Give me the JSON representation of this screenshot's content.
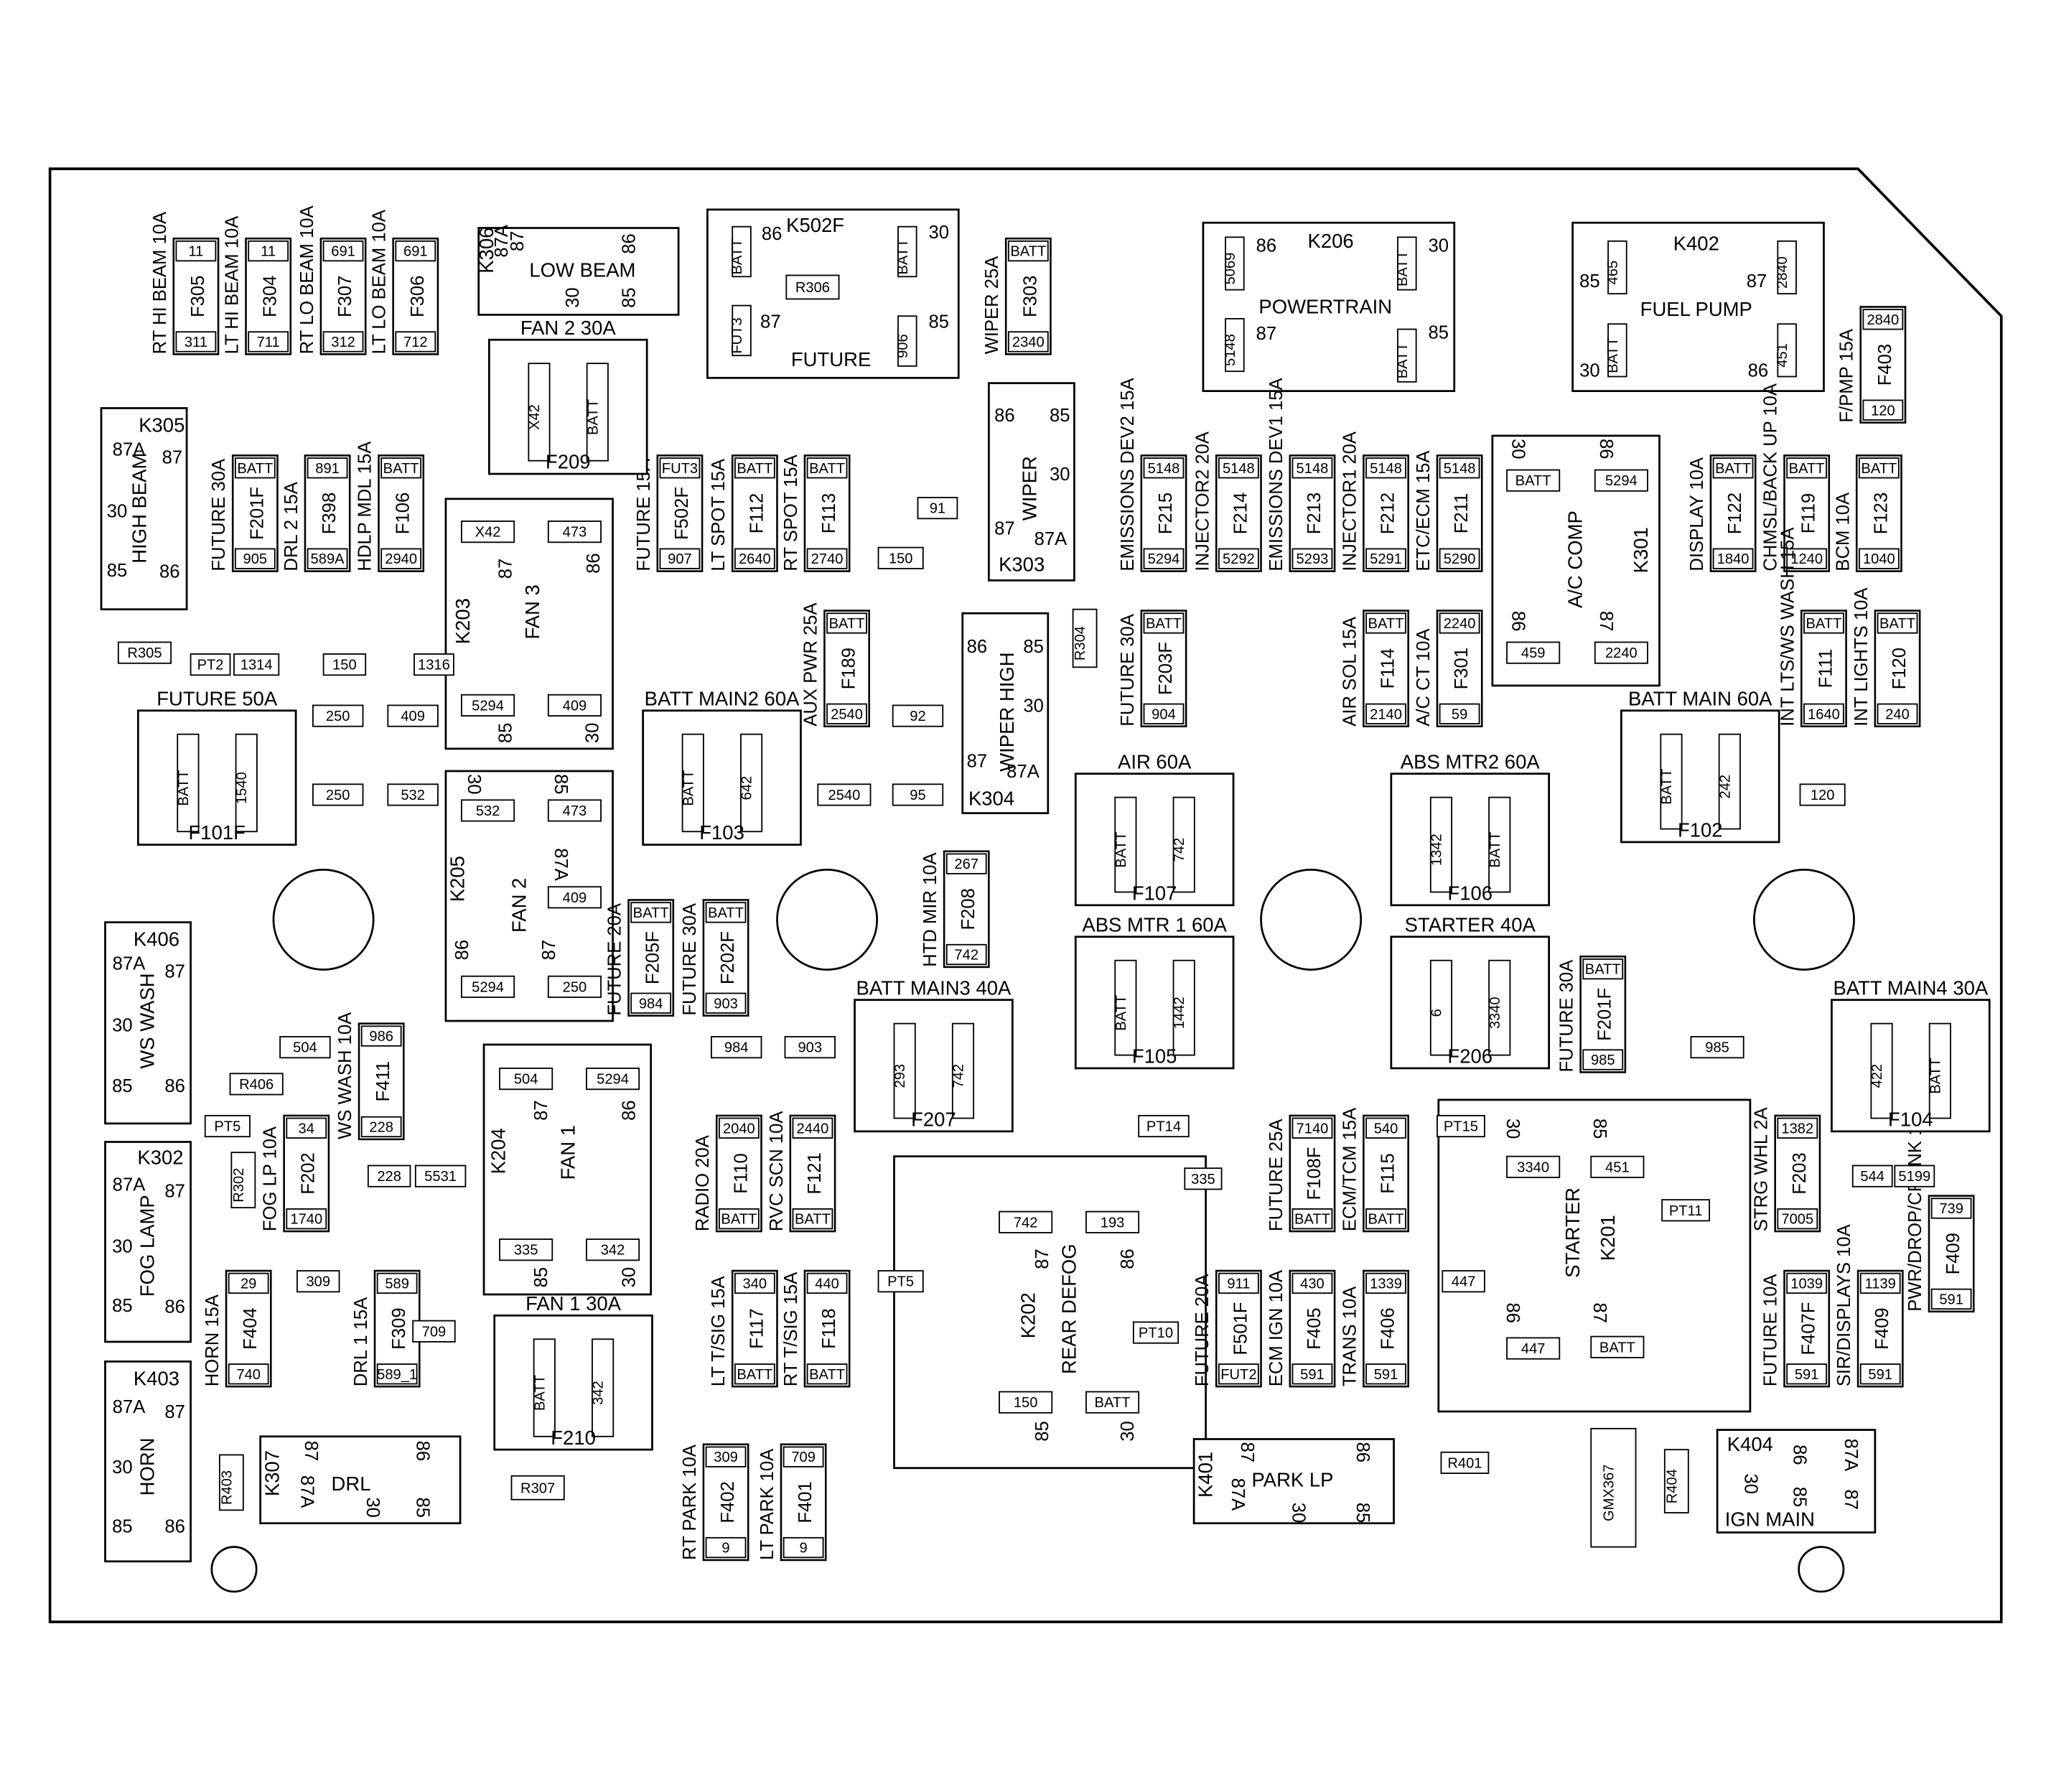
{
  "relays": [
    {
      "id": "K306",
      "name": "LOW BEAM",
      "pins": [
        "87",
        "87A",
        "30",
        "86",
        "85"
      ]
    },
    {
      "id": "K502F",
      "name": "FUTURE",
      "part": "R306",
      "pins": [
        "86",
        "30",
        "87",
        "85"
      ],
      "tags": [
        "BATT",
        "BATT",
        "FUT3",
        "906"
      ]
    },
    {
      "id": "K206",
      "name": "POWERTRAIN",
      "pins": [
        "86",
        "30",
        "87",
        "85"
      ],
      "tags": [
        "5069",
        "BATT",
        "5148",
        "BATT"
      ]
    },
    {
      "id": "K402",
      "name": "FUEL PUMP",
      "pins": [
        "85",
        "87",
        "30",
        "86"
      ],
      "tags": [
        "465",
        "2840",
        "BATT",
        "451"
      ]
    },
    {
      "id": "K305",
      "name": "HIGH BEAM",
      "pins": [
        "87A",
        "87",
        "30",
        "85",
        "86"
      ]
    },
    {
      "id": "K303",
      "name": "WIPER",
      "pins": [
        "86",
        "85",
        "30",
        "87",
        "87A"
      ]
    },
    {
      "id": "K203",
      "name": "FAN 3",
      "pins": [
        "87",
        "86",
        "85",
        "30"
      ],
      "tags": [
        "X42",
        "473",
        "5294",
        "409"
      ]
    },
    {
      "id": "K304",
      "name": "WIPER HIGH",
      "pins": [
        "86",
        "85",
        "30",
        "87",
        "87A"
      ]
    },
    {
      "id": "K301",
      "name": "A/C COMP",
      "pins": [
        "30",
        "86",
        "86",
        "87"
      ],
      "tags": [
        "BATT",
        "5294",
        "459",
        "2240"
      ]
    },
    {
      "id": "K205",
      "name": "FAN 2",
      "pins": [
        "30",
        "85",
        "87A",
        "86",
        "87"
      ],
      "tags": [
        "532",
        "473",
        "409",
        "5294",
        "250"
      ]
    },
    {
      "id": "K406",
      "name": "WS WASH",
      "pins": [
        "87A",
        "87",
        "30",
        "85",
        "86"
      ]
    },
    {
      "id": "K204",
      "name": "FAN 1",
      "pins": [
        "87",
        "86",
        "85",
        "30"
      ],
      "tags": [
        "504",
        "5294",
        "335",
        "342"
      ]
    },
    {
      "id": "K302",
      "name": "FOG LAMP",
      "pins": [
        "87A",
        "87",
        "30",
        "85",
        "86"
      ]
    },
    {
      "id": "K202",
      "name": "REAR DEFOG",
      "pins": [
        "87",
        "86",
        "85",
        "30"
      ],
      "tags": [
        "742",
        "193",
        "150",
        "BATT"
      ]
    },
    {
      "id": "K201",
      "name": "STARTER",
      "pins": [
        "30",
        "85",
        "86",
        "87"
      ],
      "tags": [
        "3340",
        "451",
        "447",
        "BATT"
      ]
    },
    {
      "id": "K403",
      "name": "HORN",
      "pins": [
        "87A",
        "87",
        "30",
        "85",
        "86"
      ]
    },
    {
      "id": "K307",
      "name": "DRL",
      "pins": [
        "87",
        "87A",
        "30",
        "86",
        "85"
      ]
    },
    {
      "id": "K401",
      "name": "PARK LP",
      "pins": [
        "87",
        "87A",
        "30",
        "86",
        "85"
      ]
    },
    {
      "id": "K404",
      "name": "IGN MAIN",
      "pins": [
        "30",
        "86",
        "85",
        "87A",
        "87"
      ]
    }
  ],
  "fuses": [
    {
      "id": "F305",
      "label": "RT HI BEAM 10A",
      "top": "11",
      "bottom": "311"
    },
    {
      "id": "F304",
      "label": "LT HI BEAM 10A",
      "top": "11",
      "bottom": "711"
    },
    {
      "id": "F307",
      "label": "RT LO BEAM 10A",
      "top": "691",
      "bottom": "312"
    },
    {
      "id": "F306",
      "label": "LT LO BEAM 10A",
      "top": "691",
      "bottom": "712"
    },
    {
      "id": "F303",
      "label": "WIPER 25A",
      "top": "BATT",
      "bottom": "2340"
    },
    {
      "id": "F403",
      "label": "F/PMP 15A",
      "top": "2840",
      "bottom": "120"
    },
    {
      "id": "F201F",
      "label": "FUTURE 30A",
      "top": "BATT",
      "bottom": "905"
    },
    {
      "id": "F398",
      "label": "DRL 2 15A",
      "top": "891",
      "bottom": "589A"
    },
    {
      "id": "F106",
      "label": "HDLP MDL 15A",
      "top": "BATT",
      "bottom": "2940"
    },
    {
      "id": "F502F",
      "label": "FUTURE 15A",
      "top": "FUT3",
      "bottom": "907"
    },
    {
      "id": "F112",
      "label": "LT SPOT 15A",
      "top": "BATT",
      "bottom": "2640"
    },
    {
      "id": "F113",
      "label": "RT SPOT 15A",
      "top": "BATT",
      "bottom": "2740"
    },
    {
      "id": "F215",
      "label": "EMISSIONS DEV2 15A",
      "top": "5148",
      "bottom": "5294"
    },
    {
      "id": "F214",
      "label": "INJECTOR2 20A",
      "top": "5148",
      "bottom": "5292"
    },
    {
      "id": "F213",
      "label": "EMISSIONS DEV1 15A",
      "top": "5148",
      "bottom": "5293"
    },
    {
      "id": "F212",
      "label": "INJECTOR1 20A",
      "top": "5148",
      "bottom": "5291"
    },
    {
      "id": "F211",
      "label": "ETC/ECM 15A",
      "top": "5148",
      "bottom": "5290"
    },
    {
      "id": "F122",
      "label": "DISPLAY 10A",
      "top": "BATT",
      "bottom": "1840"
    },
    {
      "id": "F119",
      "label": "CHMSL/BACK UP 10A",
      "top": "BATT",
      "bottom": "1240"
    },
    {
      "id": "F123",
      "label": "BCM 10A",
      "top": "BATT",
      "bottom": "1040"
    },
    {
      "id": "F189",
      "label": "AUX PWR 25A",
      "top": "BATT",
      "bottom": "2540"
    },
    {
      "id": "F203F",
      "label": "FUTURE 30A",
      "top": "BATT",
      "bottom": "904"
    },
    {
      "id": "F114",
      "label": "AIR SOL 15A",
      "top": "BATT",
      "bottom": "2140"
    },
    {
      "id": "F301",
      "label": "A/C CT 10A",
      "top": "2240",
      "bottom": "59"
    },
    {
      "id": "F111",
      "label": "INT LTS/WS WASH 15A",
      "top": "BATT",
      "bottom": "1640"
    },
    {
      "id": "F120",
      "label": "INT LIGHTS 10A",
      "top": "BATT",
      "bottom": "240"
    },
    {
      "id": "F208",
      "label": "HTD MIR 10A",
      "top": "267",
      "bottom": "742"
    },
    {
      "id": "F205F",
      "label": "FUTURE 20A",
      "top": "BATT",
      "bottom": "984"
    },
    {
      "id": "F202F",
      "label": "FUTURE 30A",
      "top": "BATT",
      "bottom": "903"
    },
    {
      "id": "F201F",
      "label": "FUTURE 30A",
      "top": "BATT",
      "bottom": "985"
    },
    {
      "id": "F411",
      "label": "WS WASH 10A",
      "top": "986",
      "bottom": "228"
    },
    {
      "id": "F202",
      "label": "FOG LP 10A",
      "top": "34",
      "bottom": "1740"
    },
    {
      "id": "F110",
      "label": "RADIO 20A",
      "top": "2040",
      "bottom": "BATT"
    },
    {
      "id": "F121",
      "label": "RVC SCN 10A",
      "top": "2440",
      "bottom": "BATT"
    },
    {
      "id": "F108F",
      "label": "FUTURE 25A",
      "top": "7140",
      "bottom": "BATT"
    },
    {
      "id": "F115",
      "label": "ECM/TCM 15A",
      "top": "540",
      "bottom": "BATT"
    },
    {
      "id": "F203",
      "label": "STRG WHL 2A",
      "top": "1382",
      "bottom": "7005"
    },
    {
      "id": "F409",
      "label": "PWR/DROP/CRANK 10A",
      "top": "739",
      "bottom": "591"
    },
    {
      "id": "F404",
      "label": "HORN 15A",
      "top": "29",
      "bottom": "740"
    },
    {
      "id": "F309",
      "label": "DRL 1 15A",
      "top": "589",
      "bottom": "589_1"
    },
    {
      "id": "F117",
      "label": "LT T/SIG 15A",
      "top": "340",
      "bottom": "BATT"
    },
    {
      "id": "F118",
      "label": "RT T/SIG 15A",
      "top": "440",
      "bottom": "BATT"
    },
    {
      "id": "F501F",
      "label": "FUTURE 20A",
      "top": "911",
      "bottom": "FUT2"
    },
    {
      "id": "F405",
      "label": "ECM IGN 10A",
      "top": "430",
      "bottom": "591"
    },
    {
      "id": "F406",
      "label": "TRANS 10A",
      "top": "1339",
      "bottom": "591"
    },
    {
      "id": "F407F",
      "label": "FUTURE 10A",
      "top": "1039",
      "bottom": "591"
    },
    {
      "id": "F409",
      "label": "SIR/DISPLAYS 10A",
      "top": "1139",
      "bottom": "591"
    },
    {
      "id": "F402",
      "label": "RT PARK 10A",
      "top": "309",
      "bottom": "9"
    },
    {
      "id": "F401",
      "label": "LT PARK 10A",
      "top": "709",
      "bottom": "9"
    }
  ],
  "maxi_fuses": [
    {
      "id": "F209",
      "label": "FAN 2 30A",
      "left": "X42",
      "right": "BATT"
    },
    {
      "id": "F101F",
      "label": "FUTURE 50A",
      "left": "BATT",
      "right": "1540"
    },
    {
      "id": "F103",
      "label": "BATT MAIN2 60A",
      "left": "BATT",
      "right": "642"
    },
    {
      "id": "F107",
      "label": "AIR 60A",
      "left": "BATT",
      "right": "742"
    },
    {
      "id": "F106",
      "label": "ABS MTR2 60A",
      "left": "1342",
      "right": "BATT"
    },
    {
      "id": "F102",
      "label": "BATT MAIN 60A",
      "left": "BATT",
      "right": "242"
    },
    {
      "id": "F105",
      "label": "ABS MTR 1 60A",
      "left": "BATT",
      "right": "1442"
    },
    {
      "id": "F206",
      "label": "STARTER 40A",
      "left": "6",
      "right": "3340"
    },
    {
      "id": "F207",
      "label": "BATT MAIN3 40A",
      "left": "293",
      "right": "742"
    },
    {
      "id": "F104",
      "label": "BATT MAIN4 30A",
      "left": "422",
      "right": "BATT"
    },
    {
      "id": "F210",
      "label": "FAN 1 30A",
      "left": "BATT",
      "right": "342"
    }
  ],
  "misc_labels": [
    "91",
    "150",
    "R305",
    "PT2",
    "1314",
    "150",
    "1316",
    "250",
    "409",
    "92",
    "250",
    "532",
    "2540",
    "95",
    "R304",
    "120",
    "504",
    "R406",
    "PT5",
    "984",
    "903",
    "985",
    "PT14",
    "335",
    "228",
    "5531",
    "R302",
    "PT15",
    "PT11",
    "544",
    "5199",
    "309",
    "709",
    "PT5",
    "447",
    "PT10",
    "R403",
    "R307",
    "R401",
    "R404",
    "GMX367"
  ]
}
